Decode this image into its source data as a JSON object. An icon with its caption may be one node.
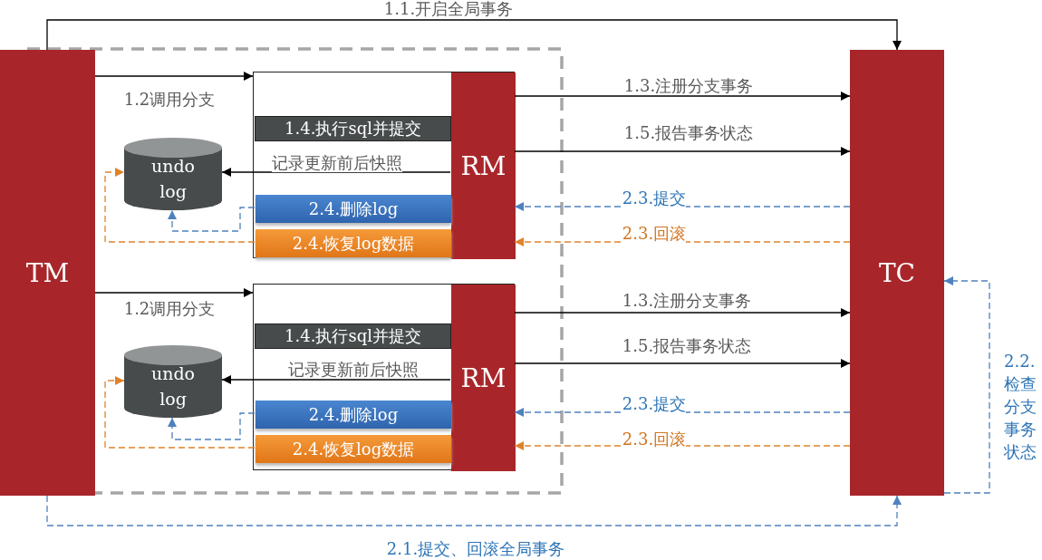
{
  "diagram": {
    "nodes": [
      {
        "text": [
          "TM"
        ]
      },
      {
        "text": [],
        "shape": "box"
      },
      {
        "text": [
          "RM"
        ],
        "in": 1
      },
      {
        "text": [
          "1.4.执行sql并提交"
        ],
        "in": 1
      },
      {
        "text": [
          "2.4.删除log"
        ],
        "in": 1
      },
      {
        "text": [
          "2.4.恢复log数据"
        ],
        "in": 1
      },
      {
        "text": [
          "undo log"
        ]
      },
      {
        "text": [],
        "shape": "box"
      },
      {
        "text": [
          "RM"
        ],
        "in": 7
      },
      {
        "text": [
          "1.4.执行sql并提交"
        ],
        "in": 7
      },
      {
        "text": [
          "2.4.删除log"
        ],
        "in": 7
      },
      {
        "text": [
          "2.4.恢复log数据"
        ],
        "in": 7
      },
      {
        "text": [
          "undo log"
        ]
      },
      {
        "text": [
          "TC"
        ]
      }
    ],
    "edges": [
      {
        "from": 0,
        "to": 13,
        "arrow": "to",
        "label": "1.1.开启全局事务"
      },
      {
        "from": 0,
        "to": 1,
        "arrow": "to",
        "label": "1.2调用分支"
      },
      {
        "from": 2,
        "to": 13,
        "arrow": "to",
        "label": "1.3.注册分支事务"
      },
      {
        "from": 2,
        "to": 13,
        "arrow": "to",
        "label": "1.5.报告事务状态"
      },
      {
        "from": 2,
        "to": 6,
        "arrow": "to",
        "label": "记录更新前后快照"
      },
      {
        "from": 13,
        "to": 2,
        "arrow": "to",
        "label": "2.3.提交",
        "style": "dashed",
        "color": "#4f81bd"
      },
      {
        "from": 13,
        "to": 2,
        "arrow": "to",
        "label": "2.3.回滚",
        "style": "dashed",
        "color": "#e0822a"
      },
      {
        "from": 4,
        "to": 6,
        "arrow": "to",
        "style": "dashed",
        "color": "#4f81bd"
      },
      {
        "from": 5,
        "to": 6,
        "arrow": "to",
        "style": "dashed",
        "color": "#e0822a"
      },
      {
        "from": 0,
        "to": 7,
        "arrow": "to",
        "label": "1.2调用分支"
      },
      {
        "from": 8,
        "to": 13,
        "arrow": "to",
        "label": "1.3.注册分支事务"
      },
      {
        "from": 8,
        "to": 13,
        "arrow": "to",
        "label": "1.5.报告事务状态"
      },
      {
        "from": 8,
        "to": 12,
        "arrow": "to",
        "label": "记录更新前后快照"
      },
      {
        "from": 13,
        "to": 8,
        "arrow": "to",
        "label": "2.3.提交",
        "style": "dashed",
        "color": "#4f81bd"
      },
      {
        "from": 13,
        "to": 8,
        "arrow": "to",
        "label": "2.3.回滚",
        "style": "dashed",
        "color": "#e0822a"
      },
      {
        "from": 10,
        "to": 12,
        "arrow": "to",
        "style": "dashed",
        "color": "#4f81bd"
      },
      {
        "from": 11,
        "to": 12,
        "arrow": "to",
        "style": "dashed",
        "color": "#e0822a"
      },
      {
        "from": 0,
        "to": 13,
        "arrow": "to",
        "label": "2.1.提交、回滚全局事务",
        "style": "dashed",
        "color": "#4f81bd"
      },
      {
        "from": 13,
        "to": 13,
        "arrow": "to",
        "label": "2.2.检查分支事务状态",
        "style": "dashed",
        "color": "#4f81bd"
      }
    ]
  }
}
